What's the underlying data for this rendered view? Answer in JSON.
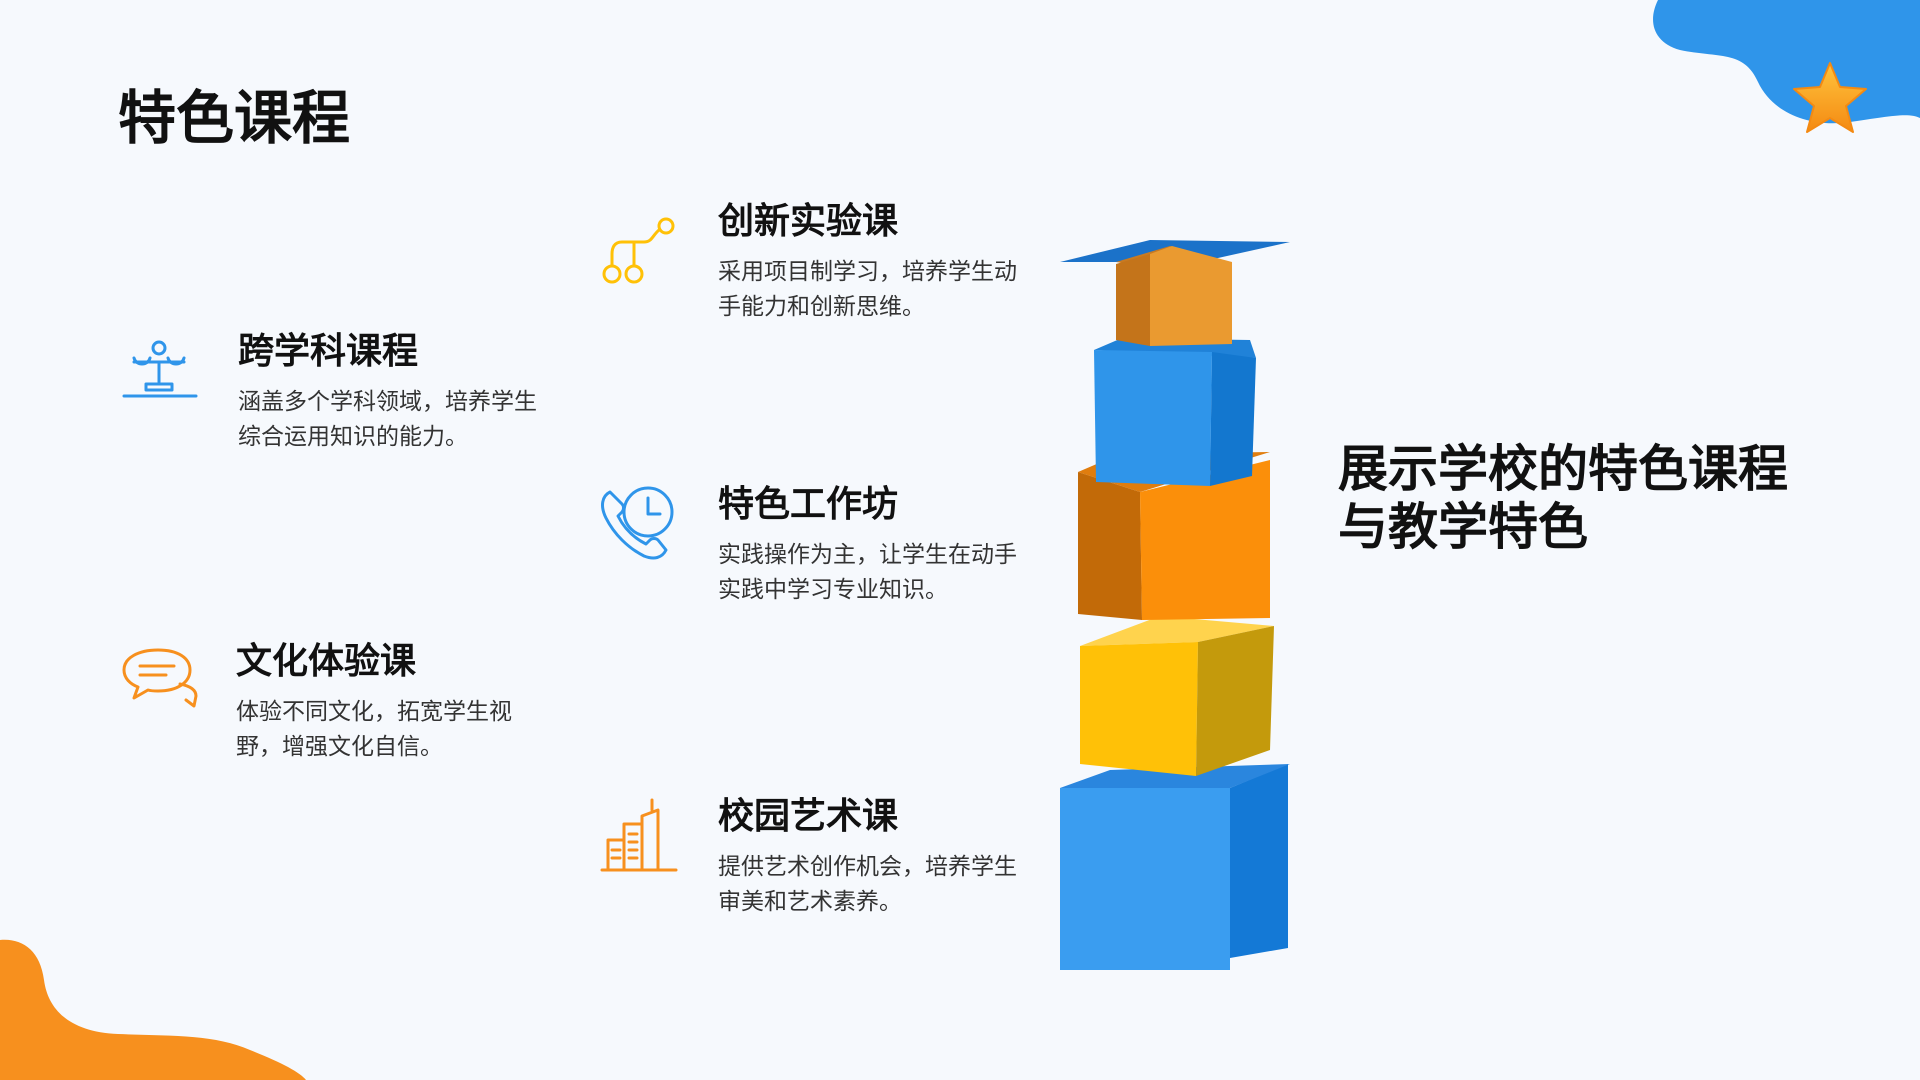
{
  "page": {
    "title": "特色课程",
    "summary": "展示学校的特色课程与教学特色"
  },
  "colors": {
    "background": "#f6f9fd",
    "blue": "#2f95ea",
    "orange": "#f7901e",
    "yellow": "#ffc107",
    "star": "#f9a21b"
  },
  "features": [
    {
      "title": "跨学科课程",
      "description": "涵盖多个学科领域，培养学生综合运用知识的能力。",
      "icon": "balance-scale-icon"
    },
    {
      "title": "文化体验课",
      "description": "体验不同文化，拓宽学生视野，增强文化自信。",
      "icon": "chat-bubbles-icon"
    },
    {
      "title": "创新实验课",
      "description": "采用项目制学习，培养学生动手能力和创新思维。",
      "icon": "flowchart-icon"
    },
    {
      "title": "特色工作坊",
      "description": "实践操作为主，让学生在动手实践中学习专业知识。",
      "icon": "phone-clock-icon"
    },
    {
      "title": "校园艺术课",
      "description": "提供艺术创作机会，培养学生审美和艺术素养。",
      "icon": "buildings-icon"
    }
  ]
}
